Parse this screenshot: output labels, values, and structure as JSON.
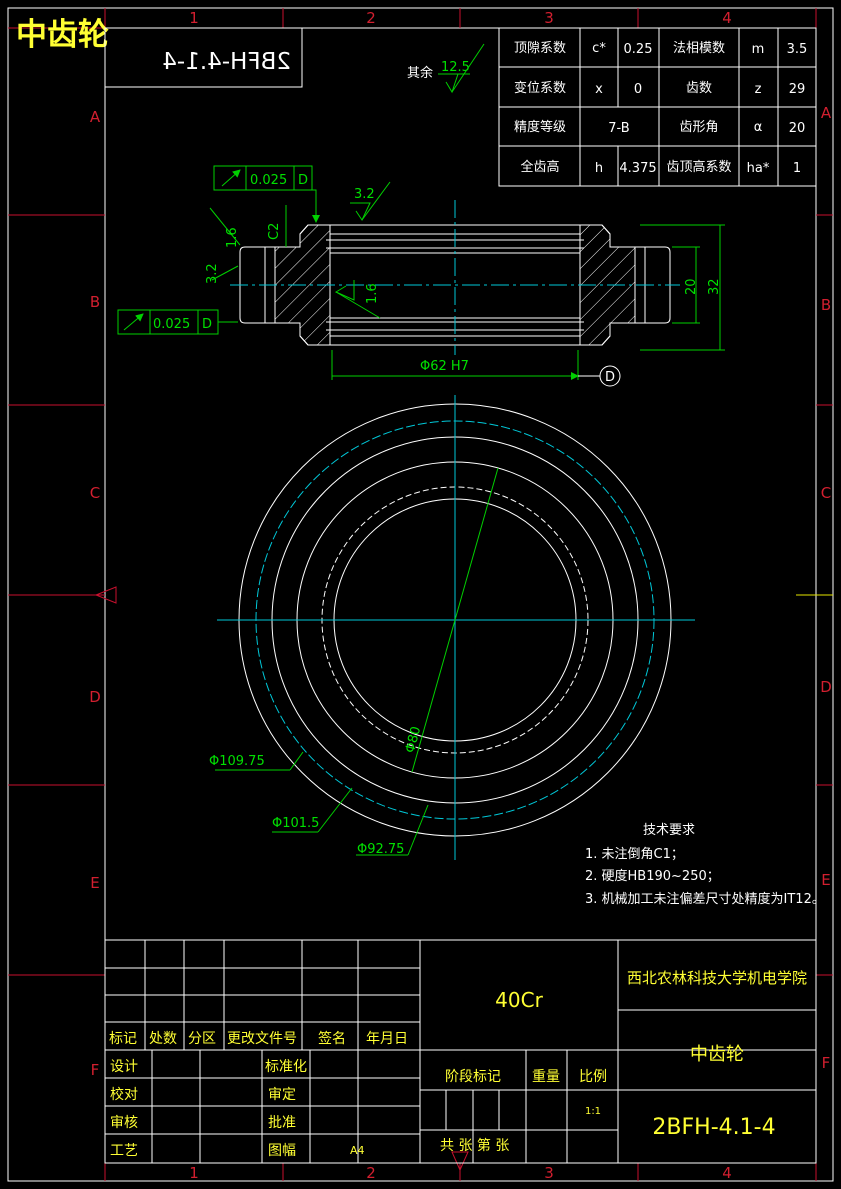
{
  "title_banner": "中齿轮",
  "drawing_number_mirrored": "2BFH-4.1-4",
  "zone_columns": [
    "1",
    "2",
    "3",
    "4"
  ],
  "zone_rows": [
    "A",
    "B",
    "C",
    "D",
    "E",
    "F"
  ],
  "roughness": {
    "other_label": "其余",
    "other_value": "12.5",
    "tooth_face": "3.2",
    "bore": "1.6",
    "left_face": "3.2",
    "left_face_2": "1.6"
  },
  "params": [
    {
      "name": "顶隙系数",
      "sym": "c*",
      "val": "0.25",
      "name2": "法相模数",
      "sym2": "m",
      "val2": "3.5"
    },
    {
      "name": "变位系数",
      "sym": "x",
      "val": "0",
      "name2": "齿数",
      "sym2": "z",
      "val2": "29"
    },
    {
      "name": "精度等级",
      "sym": "",
      "val": "7-B",
      "name2": "齿形角",
      "sym2": "α",
      "val2": "20"
    },
    {
      "name": "全齿高",
      "sym": "h",
      "val": "4.375",
      "name2": "齿顶高系数",
      "sym2": "ha*",
      "val2": "1"
    }
  ],
  "tolerances": {
    "top": {
      "value": "0.025",
      "datum": "D"
    },
    "left": {
      "value": "0.025",
      "datum": "D"
    }
  },
  "dims": {
    "bore": "Φ62 H7",
    "chamfer": "C2",
    "width_inner": "20",
    "width_outer": "32",
    "d1": "Φ109.75",
    "d2": "Φ101.5",
    "d3": "Φ92.75",
    "d4": "Φ80"
  },
  "datum_symbol": "D",
  "tech_req": {
    "heading": "技术要求",
    "items": [
      "1. 未注倒角C1；",
      "2. 硬度HB190~250；",
      "3. 机械加工未注偏差尺寸处精度为IT12。"
    ]
  },
  "title_block": {
    "material": "40Cr",
    "school": "西北农林科技大学机电学院",
    "part_name": "中齿轮",
    "drawing_no": "2BFH-4.1-4",
    "rev_headers": [
      "标记",
      "处数",
      "分区",
      "更改文件号",
      "签名",
      "年月日"
    ],
    "role_left": [
      "设计",
      "校对",
      "审核",
      "工艺"
    ],
    "role_right": [
      "标准化",
      "审定",
      "批准",
      "图幅"
    ],
    "sheet_size": "A4",
    "stage_label": "阶段标记",
    "weight_label": "重量",
    "scale_label": "比例",
    "scale_value": "1:1",
    "sheet_count": "共  张 第  张"
  },
  "colors": {
    "border": "#ffffff",
    "zone": "#c8102e",
    "dimension": "#00d000",
    "centerline": "#00c8d8",
    "title_text": "#ffff33"
  }
}
